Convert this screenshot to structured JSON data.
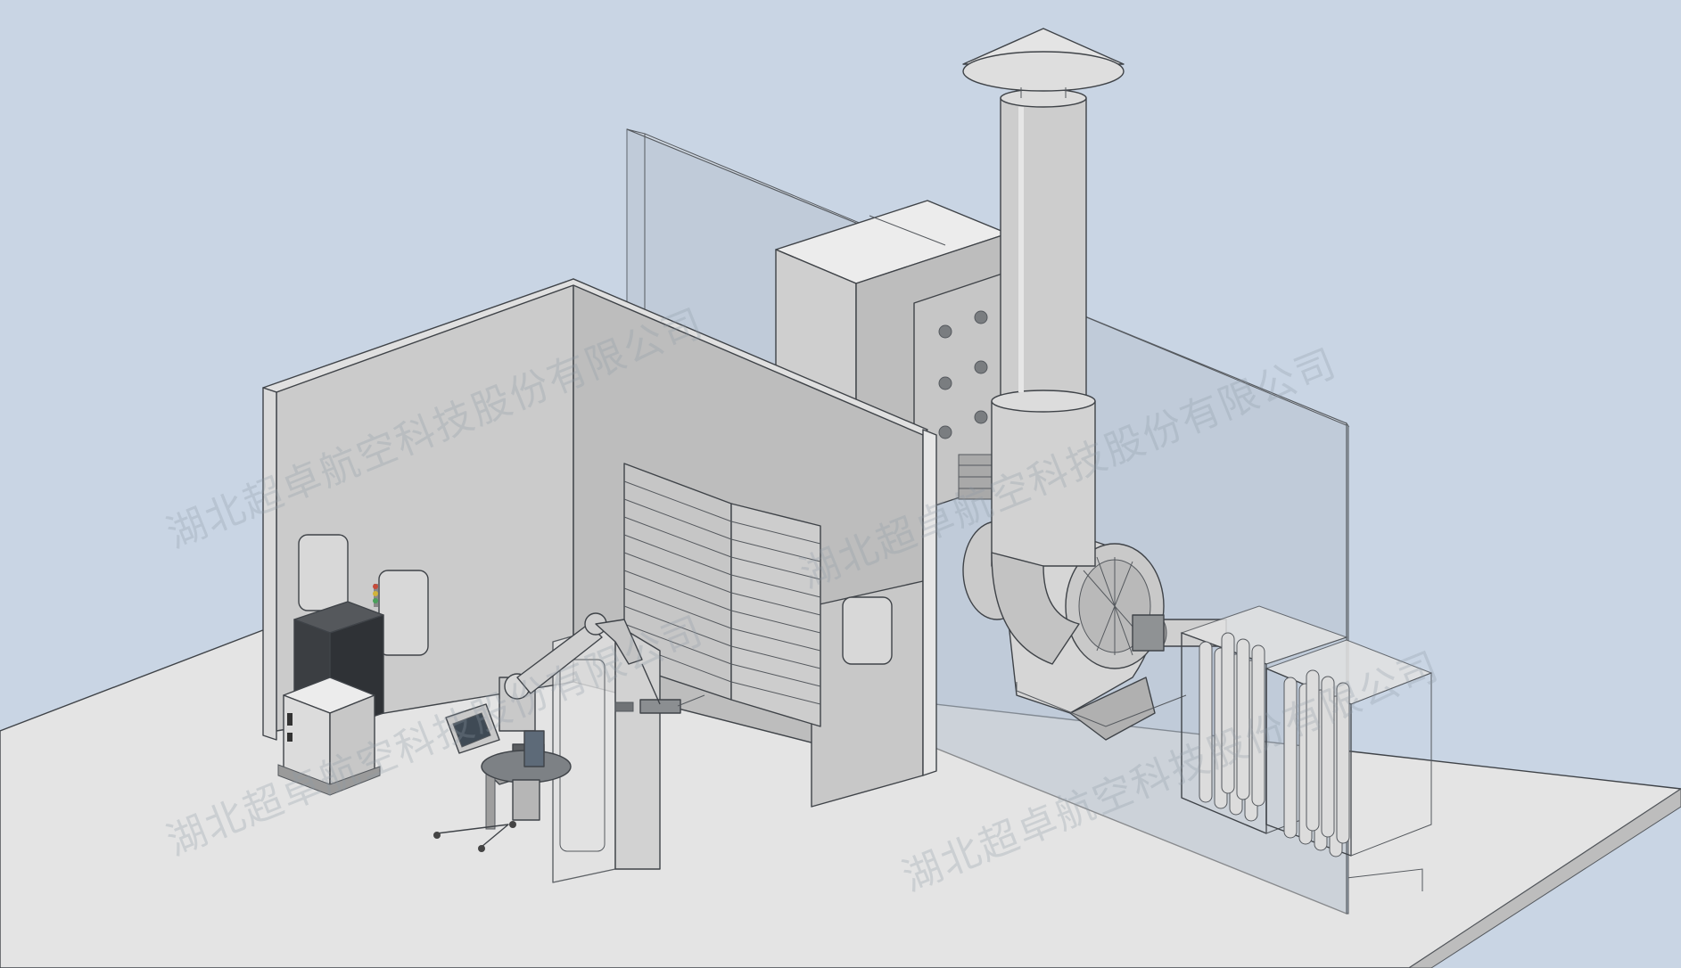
{
  "watermarks": {
    "company": "湖北超卓航空科技股份有限公司"
  },
  "colors": {
    "background": "#c9d5e4",
    "floor": "#e3e3e3",
    "wall": "#d4d4d4",
    "glass": "#b7c2cf",
    "steel": "#d9d9d9",
    "dark_cabinet": "#3b3e42"
  },
  "components": [
    "paint-booth",
    "glass-partition-wall",
    "dust-collector-unit",
    "exhaust-stack",
    "centrifugal-fan",
    "filter-cartridge-rack",
    "robot-arm",
    "control-cabinet",
    "teach-pendant-stand"
  ]
}
